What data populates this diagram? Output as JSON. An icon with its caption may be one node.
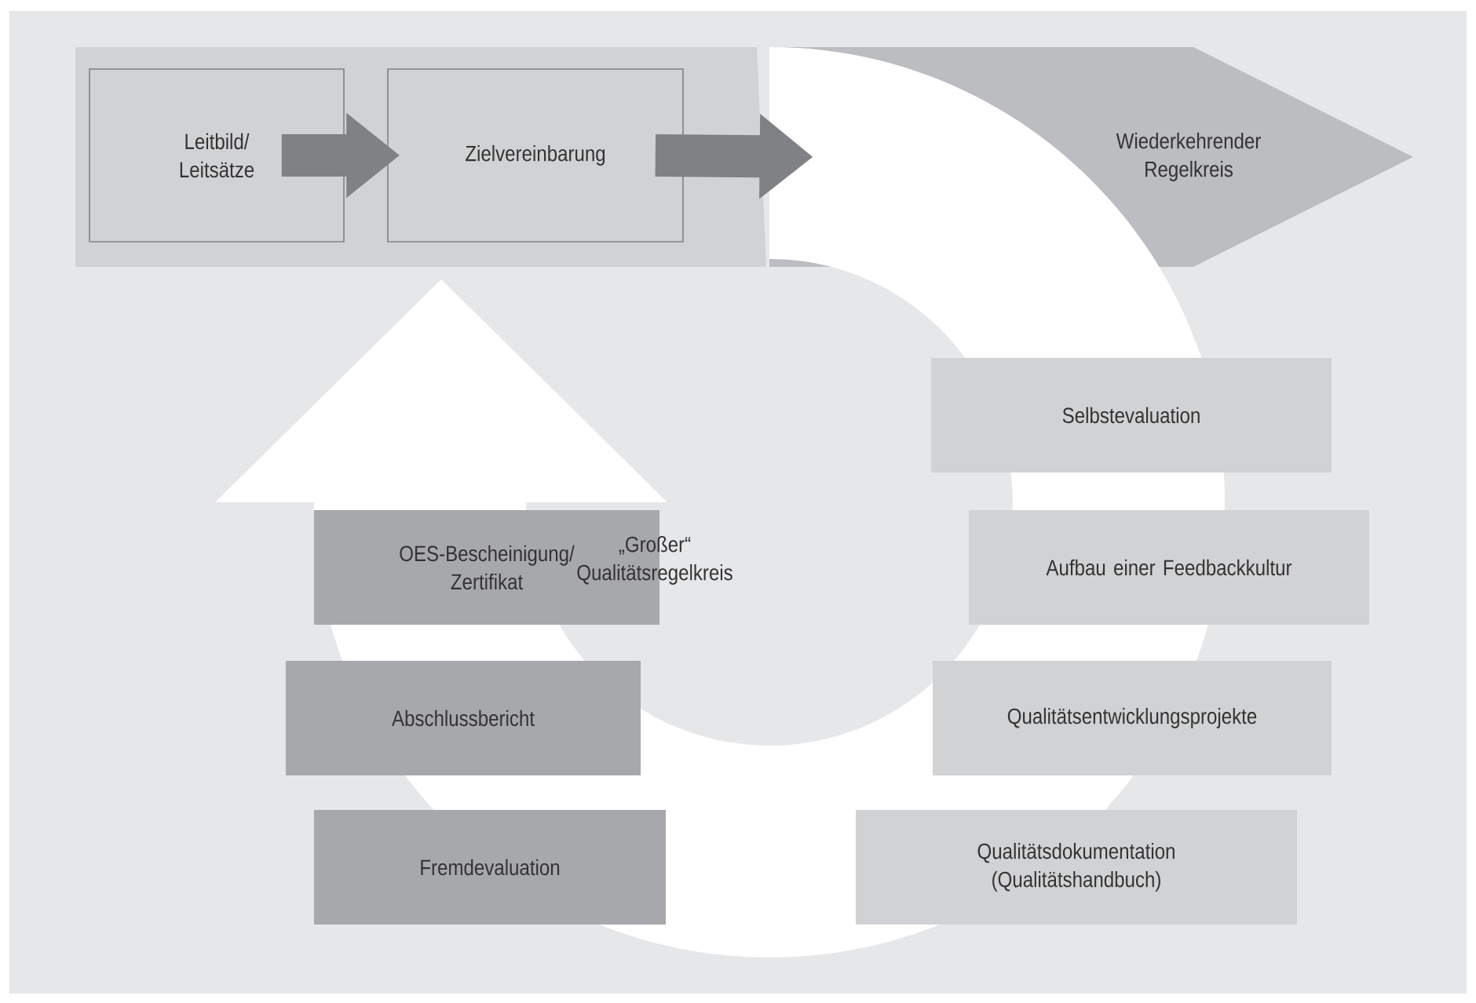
{
  "diagram": {
    "nodes": [
      {
        "text": [
          "Leitbild/ Leitsätze"
        ]
      },
      {
        "text": [
          "Zielvereinbarung"
        ]
      },
      {
        "text": [
          "Wiederkehrender Regelkreis"
        ]
      },
      {
        "text": [
          "Selbstevaluation"
        ]
      },
      {
        "text": [
          "OES-Bescheinigung/ Zertifikat"
        ]
      },
      {
        "text": [
          "Aufbau einer Feedbackkultur"
        ]
      },
      {
        "text": [
          "Abschlussbericht"
        ]
      },
      {
        "text": [
          "Qualitätsentwicklungsprojekte"
        ]
      },
      {
        "text": [
          "Fremdevaluation"
        ]
      },
      {
        "text": [
          "Qualitätsdokumentation (Qualitätshandbuch)"
        ]
      }
    ],
    "edges": [
      {
        "from": 0,
        "to": 1,
        "arrow": "to"
      },
      {
        "from": 1,
        "to": 2,
        "arrow": "to"
      }
    ],
    "labels": [
      "„Großer“ Qualitätsregelkreis"
    ]
  }
}
